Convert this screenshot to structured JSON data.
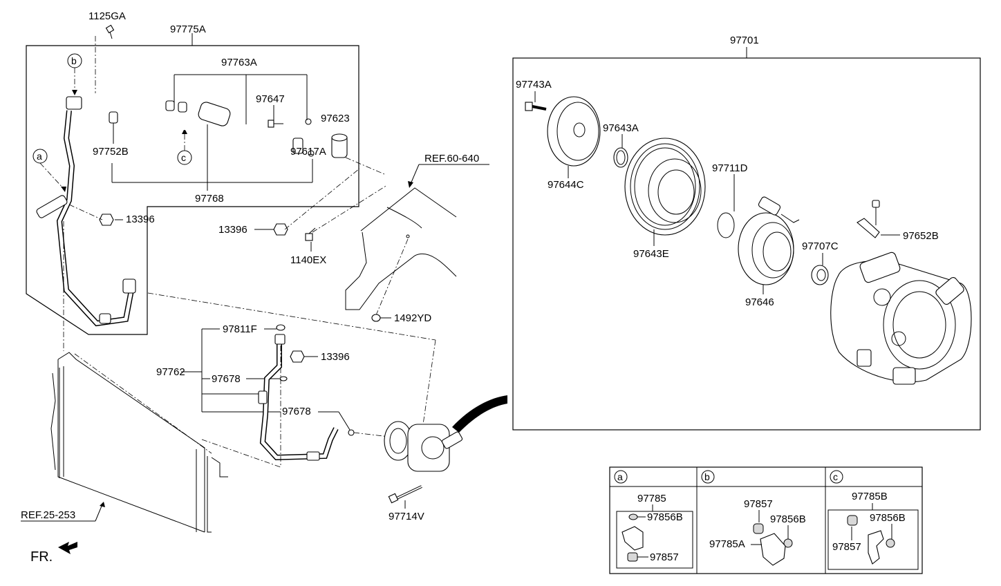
{
  "labels": {
    "l_1125GA": "1125GA",
    "l_97775A": "97775A",
    "l_b_top": "b",
    "l_97763A": "97763A",
    "l_97647": "97647",
    "l_97623": "97623",
    "l_a_left": "a",
    "l_97752B": "97752B",
    "l_c_mid": "c",
    "l_97617A": "97617A",
    "l_97768": "97768",
    "l_13396_a": "13396",
    "l_13396_b": "13396",
    "l_1140EX": "1140EX",
    "l_ref_60_640": "REF.60-640",
    "l_1492YD": "1492YD",
    "l_97811F": "97811F",
    "l_13396_c": "13396",
    "l_97762": "97762",
    "l_97678_a": "97678",
    "l_97678_b": "97678",
    "l_97714V": "97714V",
    "l_ref_25_253": "REF.25-253",
    "l_fr": "FR.",
    "l_97701": "97701",
    "l_97743A": "97743A",
    "l_97643A": "97643A",
    "l_97644C": "97644C",
    "l_97711D": "97711D",
    "l_97643E": "97643E",
    "l_97652B": "97652B",
    "l_97707C": "97707C",
    "l_97646": "97646"
  },
  "detail_table": {
    "col_a": {
      "key": "a",
      "assembly": "97785",
      "part_1": "97856B",
      "part_2": "97857"
    },
    "col_b": {
      "key": "b",
      "part_1": "97857",
      "part_2": "97856B",
      "part_3": "97785A"
    },
    "col_c": {
      "key": "c",
      "assembly": "97785B",
      "part_1": "97856B",
      "part_2": "97857"
    }
  }
}
